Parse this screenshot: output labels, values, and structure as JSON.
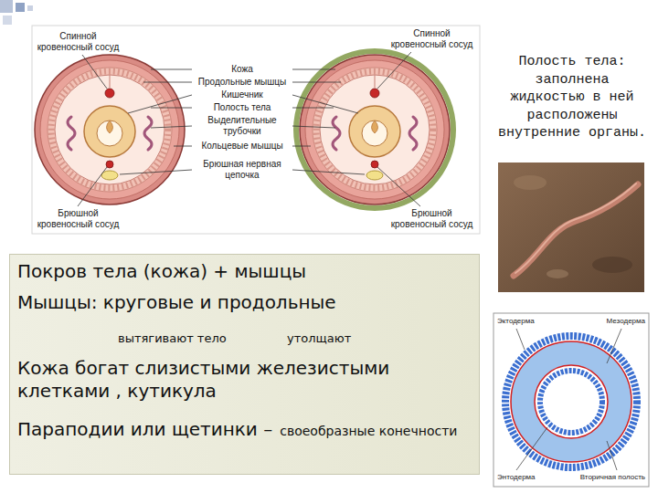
{
  "diagram": {
    "nodes": [
      {
        "text": [
          "Покров тела (кожа) + мышцы",
          "Мышцы: круговые и продольные",
          "вытягивают тело",
          "утолщают",
          "Кожа богат слизистыми железистыми клетками , кутикула",
          "Параподии или щетинки –",
          "своеобразные конечности"
        ]
      }
    ],
    "labels": [
      "Спинной кровеносный сосуд",
      "Спинной кровеносный сосуд",
      "Кожа",
      "Продольные мышцы",
      "Кишечник",
      "Полость тела",
      "Выделительные трубочки",
      "Кольцевые мышцы",
      "Брюшная нервная цепочка",
      "Брюшной кровеносный сосуд",
      "Брюшной кровеносный сосуд",
      "Полость тела: заполнена жидкостью в ней расположены внутренние органы.",
      "Эктодерма",
      "Мезодерма",
      "Энтодерма",
      "Вторичная полость"
    ]
  }
}
